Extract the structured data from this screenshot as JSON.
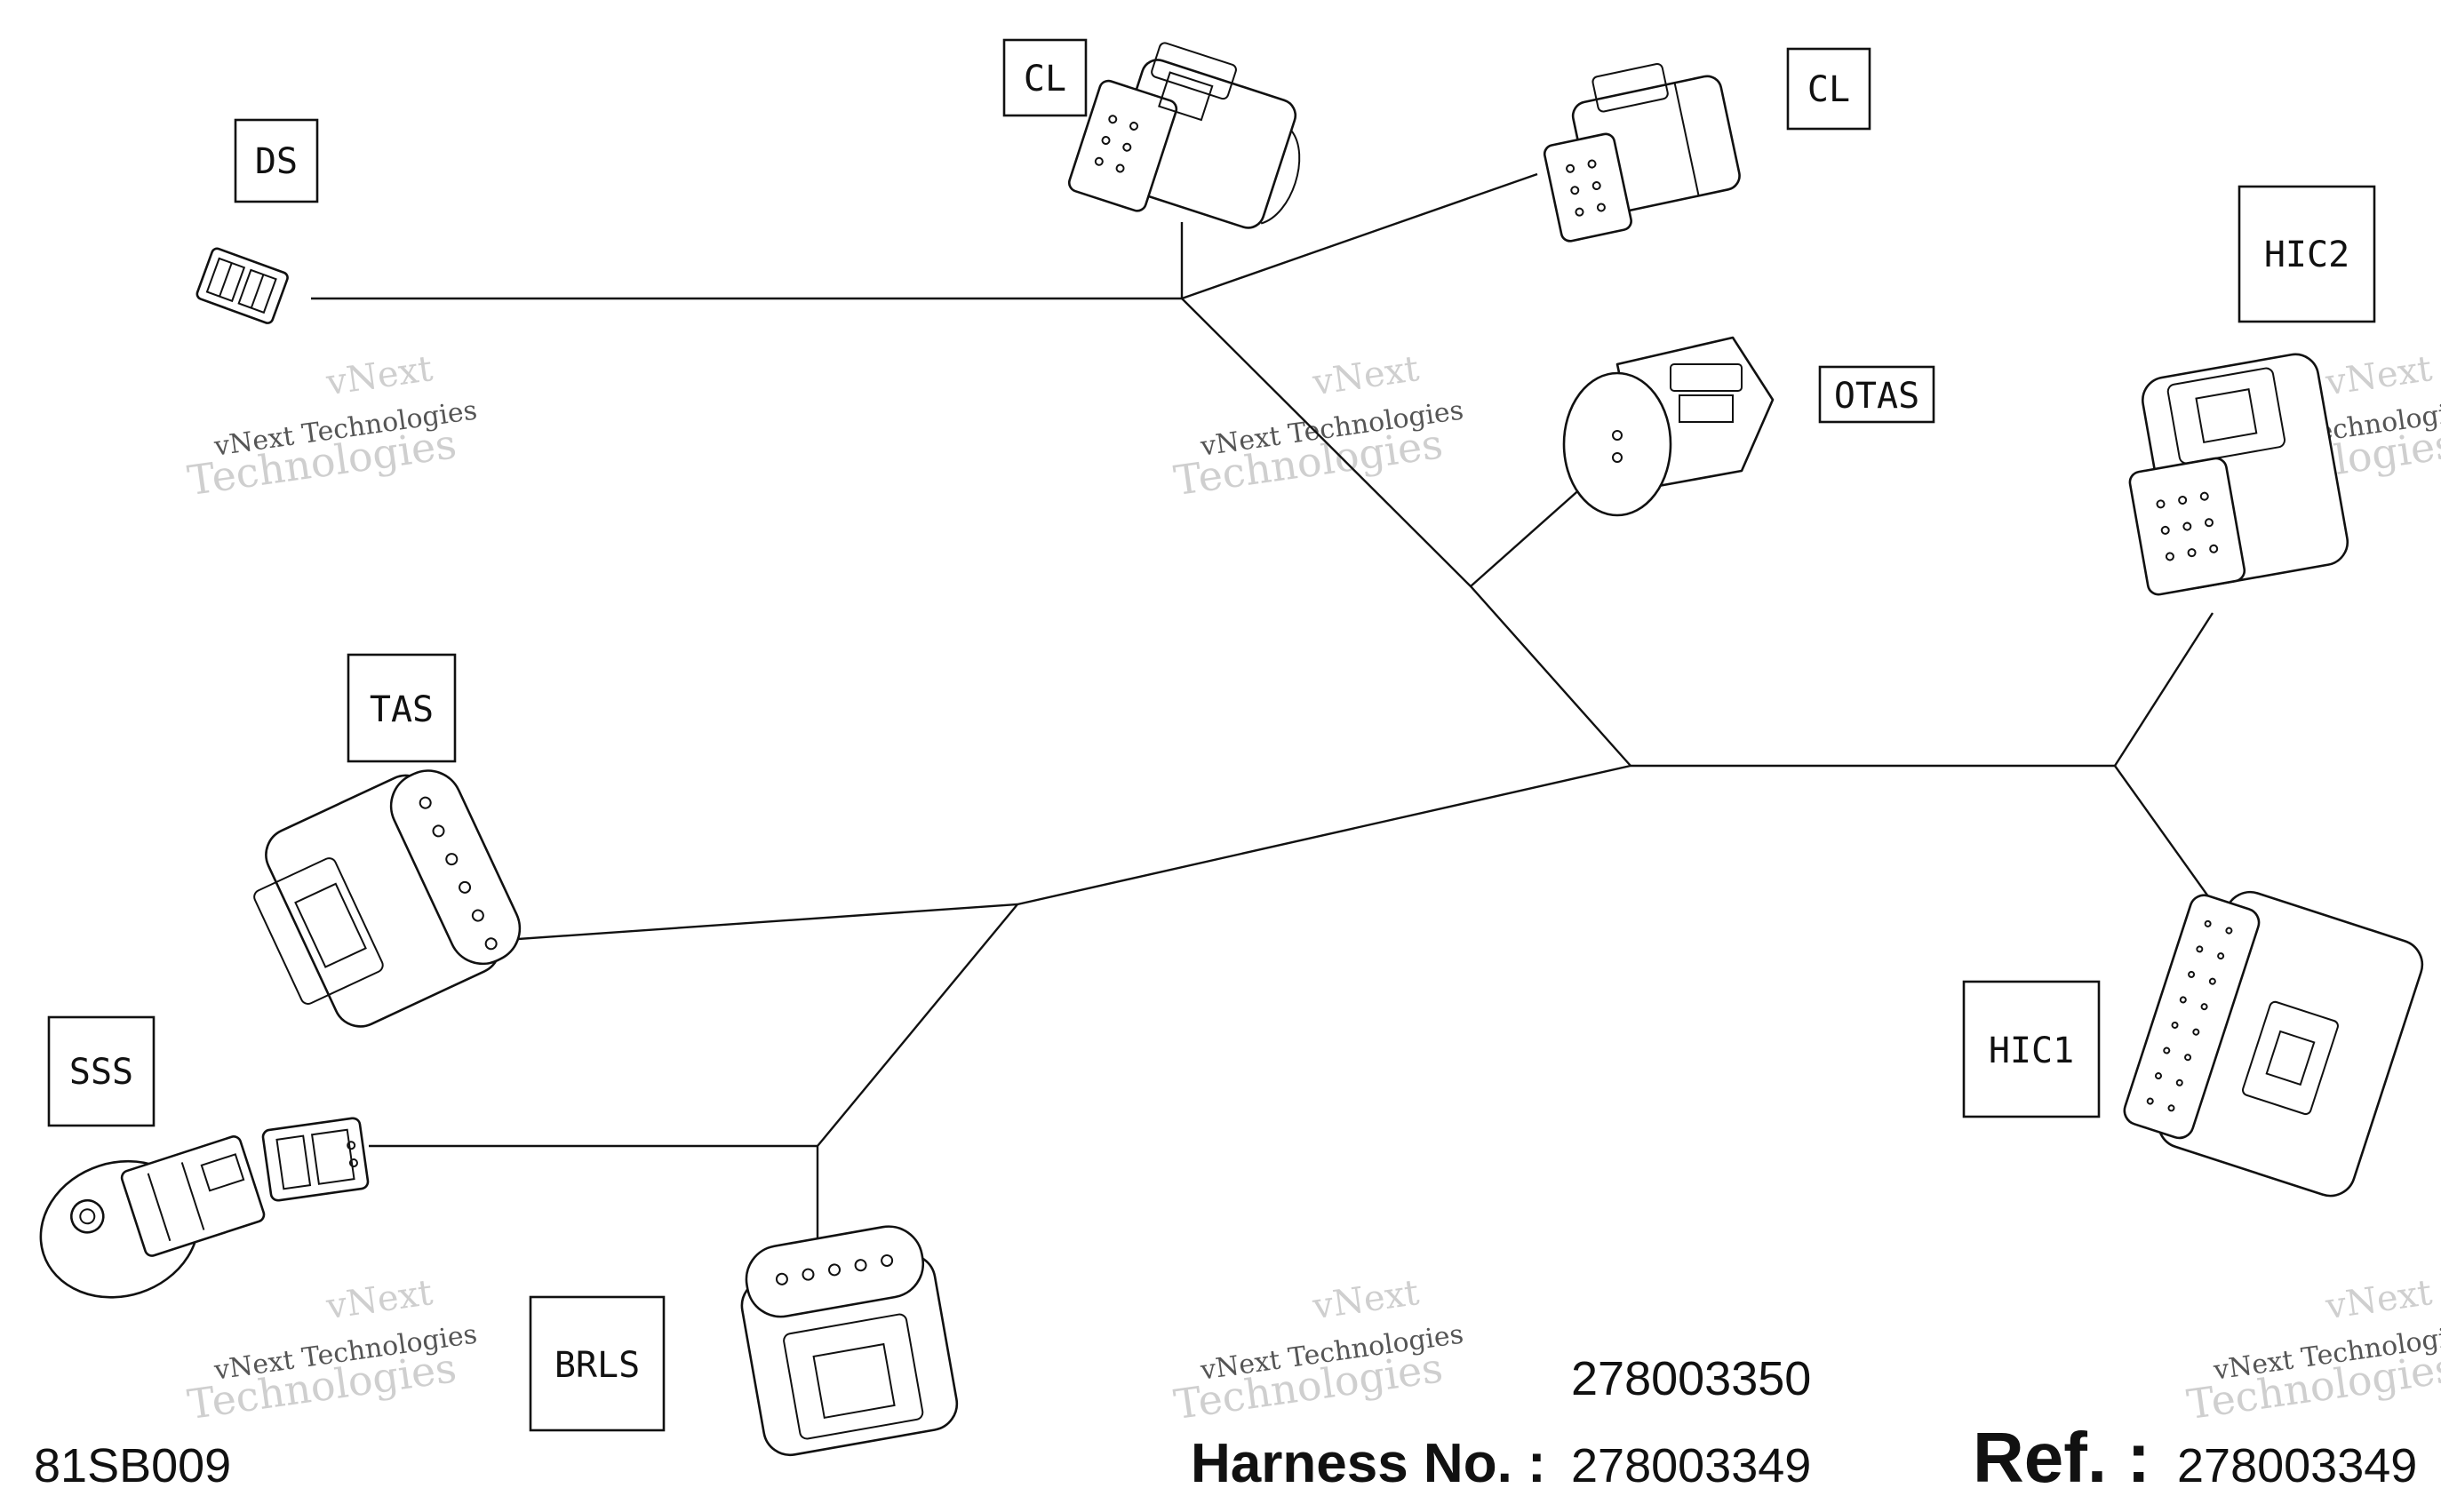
{
  "connectors": [
    {
      "id": "DS",
      "label": "DS"
    },
    {
      "id": "CL1",
      "label": "CL"
    },
    {
      "id": "CL2",
      "label": "CL"
    },
    {
      "id": "HIC2",
      "label": "HIC2"
    },
    {
      "id": "OTAS",
      "label": "OTAS"
    },
    {
      "id": "TAS",
      "label": "TAS"
    },
    {
      "id": "SSS",
      "label": "SSS"
    },
    {
      "id": "BRLS",
      "label": "BRLS"
    },
    {
      "id": "HIC1",
      "label": "HIC1"
    }
  ],
  "watermark": {
    "line1": "vNext",
    "line2": "vNext Technologies",
    "line3": "Technologies"
  },
  "footer": {
    "diagram_code": "81SB009",
    "harness_label": "Harness No. :",
    "harness_alt": "278003350",
    "harness_no": "278003349",
    "ref_label": "Ref. :",
    "ref_no": "278003349"
  }
}
